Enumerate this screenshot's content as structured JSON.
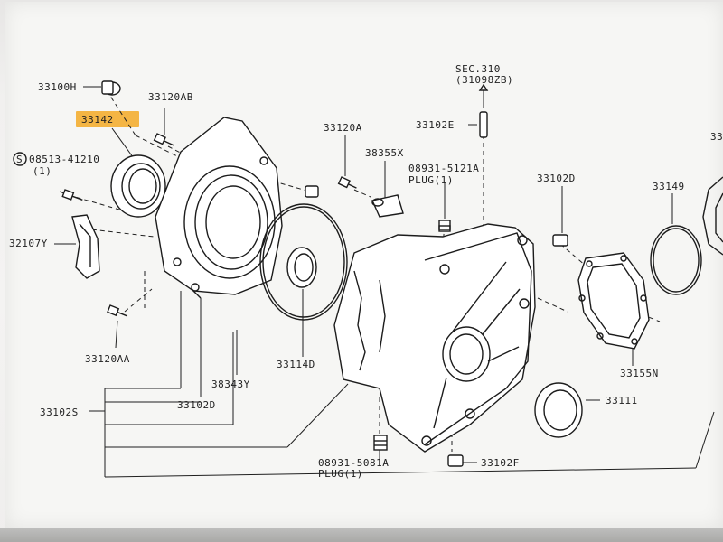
{
  "diagram": {
    "highlight_color": "#f4b544",
    "labels": {
      "p33100H": "33100H",
      "p33120AB": "33120AB",
      "p33142": "33142",
      "p08513": "08513-41210",
      "p08513_qty": "(1)",
      "p08513_prefix": "S",
      "p32107Y": "32107Y",
      "p33120AA": "33120AA",
      "p33120A": "33120A",
      "p38355X": "38355X",
      "p08931_5121A": "08931-5121A",
      "p08931_5121A_sub": "PLUG(1)",
      "sec_ref": "SEC.310",
      "sec_ref_sub": "(31098ZB)",
      "p33102E": "33102E",
      "p33102D_a": "33102D",
      "p33149": "33149",
      "p33155N": "33155N",
      "p33111": "33111",
      "p33102F": "33102F",
      "p08931_5081A": "08931-5081A",
      "p08931_5081A_sub": "PLUG(1)",
      "p33114D": "33114D",
      "p38343Y": "38343Y",
      "p33102D_b": "33102D",
      "p33102S": "33102S",
      "p33_edge": "33"
    }
  }
}
